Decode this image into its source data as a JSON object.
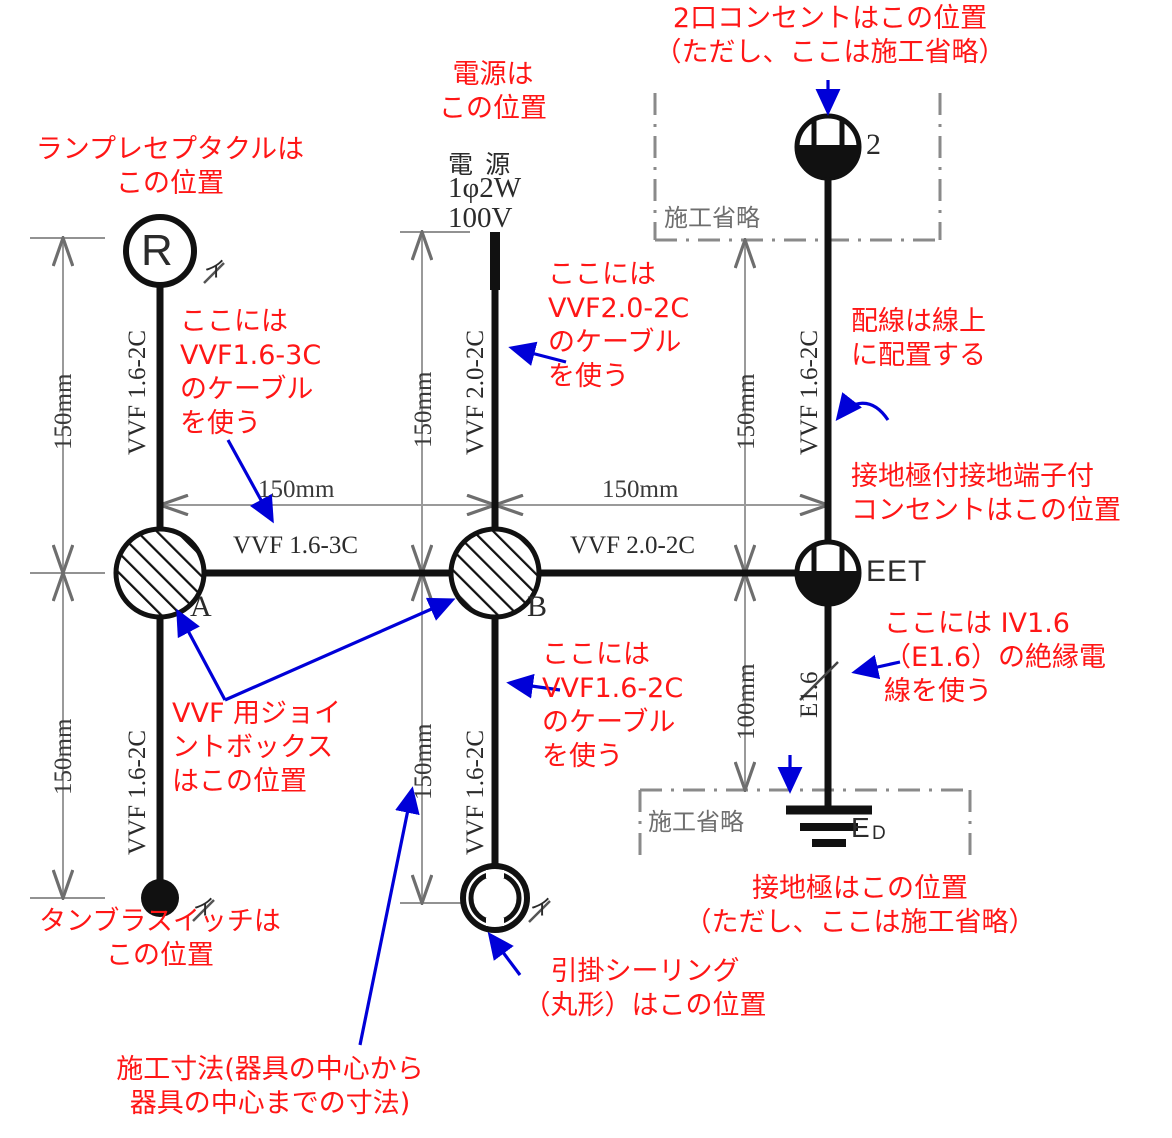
{
  "diagram": {
    "title": "電気工事 複線図 施工位置図",
    "colors": {
      "annotation_red": "#ff1616",
      "leader_blue": "#0000d8",
      "wire_black": "#111111",
      "dimension_gray": "#6e6e6e",
      "omit_box_gray": "#8a8a8a"
    }
  },
  "source": {
    "label_line1": "電 源",
    "label_line2": "1φ2W",
    "label_line3": "100V"
  },
  "annotations": {
    "lamp_receptacle": "ランプレセプタクルは\nこの位置",
    "power_source": "電源は\nこの位置",
    "two_outlet": "2口コンセントはこの位置\n（ただし、ここは施工省略）",
    "cable_163c": "ここには\nVVF1.6-3C\nのケーブル\nを使う",
    "cable_202c": "ここには\nVVF2.0-2C\nのケーブル\nを使う",
    "cable_162c": "ここには\nVVF1.6-2C\nのケーブル\nを使う",
    "wiring_on_line": "配線は線上\nに配置する",
    "eet_outlet": "接地極付接地端子付\nコンセントはこの位置",
    "iv16_wire": "ここには IV1.6\n（E1.6）の絶縁電\n線を使う",
    "joint_box": "VVF 用ジョイ\nントボックス\nはこの位置",
    "tumbler_switch": "タンブラスイッチは\nこの位置",
    "ceiling_rosette": "引掛シーリング\n（丸形）はこの位置",
    "ground_electrode": "接地極はこの位置\n（ただし、ここは施工省略）",
    "construction_dim": "施工寸法(器具の中心から\n器具の中心までの寸法)"
  },
  "symbols": {
    "lamp_receptacle_letter": "R",
    "lamp_receptacle_mark": "イ",
    "switch_mark": "イ",
    "ceiling_mark": "イ",
    "joint_box_a": "A",
    "joint_box_b": "B",
    "outlet_two_label": "2",
    "eet_label": "EET",
    "ground_label": "E",
    "ground_sub": "D",
    "omit_label_top": "施工省略",
    "omit_label_bottom": "施工省略"
  },
  "cable_labels": {
    "left_top": "VVF 1.6-2C",
    "left_bottom": "VVF 1.6-2C",
    "center_top": "VVF 2.0-2C",
    "center_bottom": "VVF 1.6-2C",
    "right_top": "VVF 1.6-2C",
    "right_bottom": "E1.6",
    "horizontal_left": "VVF 1.6-3C",
    "horizontal_right": "VVF 2.0-2C"
  },
  "dimensions": {
    "left_upper": "150mm",
    "left_lower": "150mm",
    "center_upper": "150mm",
    "center_lower": "150mm",
    "right_upper": "150mm",
    "right_lower": "100mm",
    "horizontal_left": "150mm",
    "horizontal_right": "150mm"
  }
}
